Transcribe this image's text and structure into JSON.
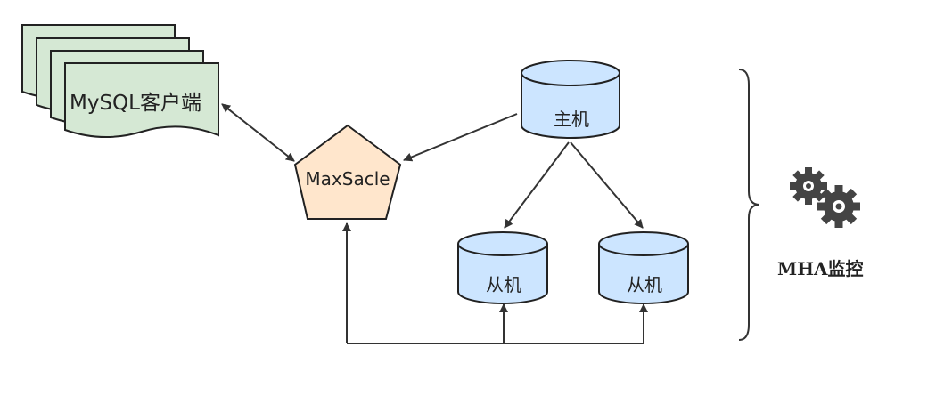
{
  "diagram": {
    "client": {
      "label": "MySQL客户端"
    },
    "proxy": {
      "label": "MaxSacle"
    },
    "master": {
      "label": "主机"
    },
    "slave_1": {
      "label": "从机"
    },
    "slave_2": {
      "label": "从机"
    },
    "monitor": {
      "label": "MHA监控",
      "icon": "gears-icon"
    }
  },
  "colors": {
    "client_fill": "#d5e8d4",
    "client_stroke": "#222222",
    "proxy_fill": "#ffe6cc",
    "proxy_stroke": "#222222",
    "database_fill": "#cce5ff",
    "database_stroke": "#222222",
    "connector": "#333333",
    "gear": "#444444"
  }
}
